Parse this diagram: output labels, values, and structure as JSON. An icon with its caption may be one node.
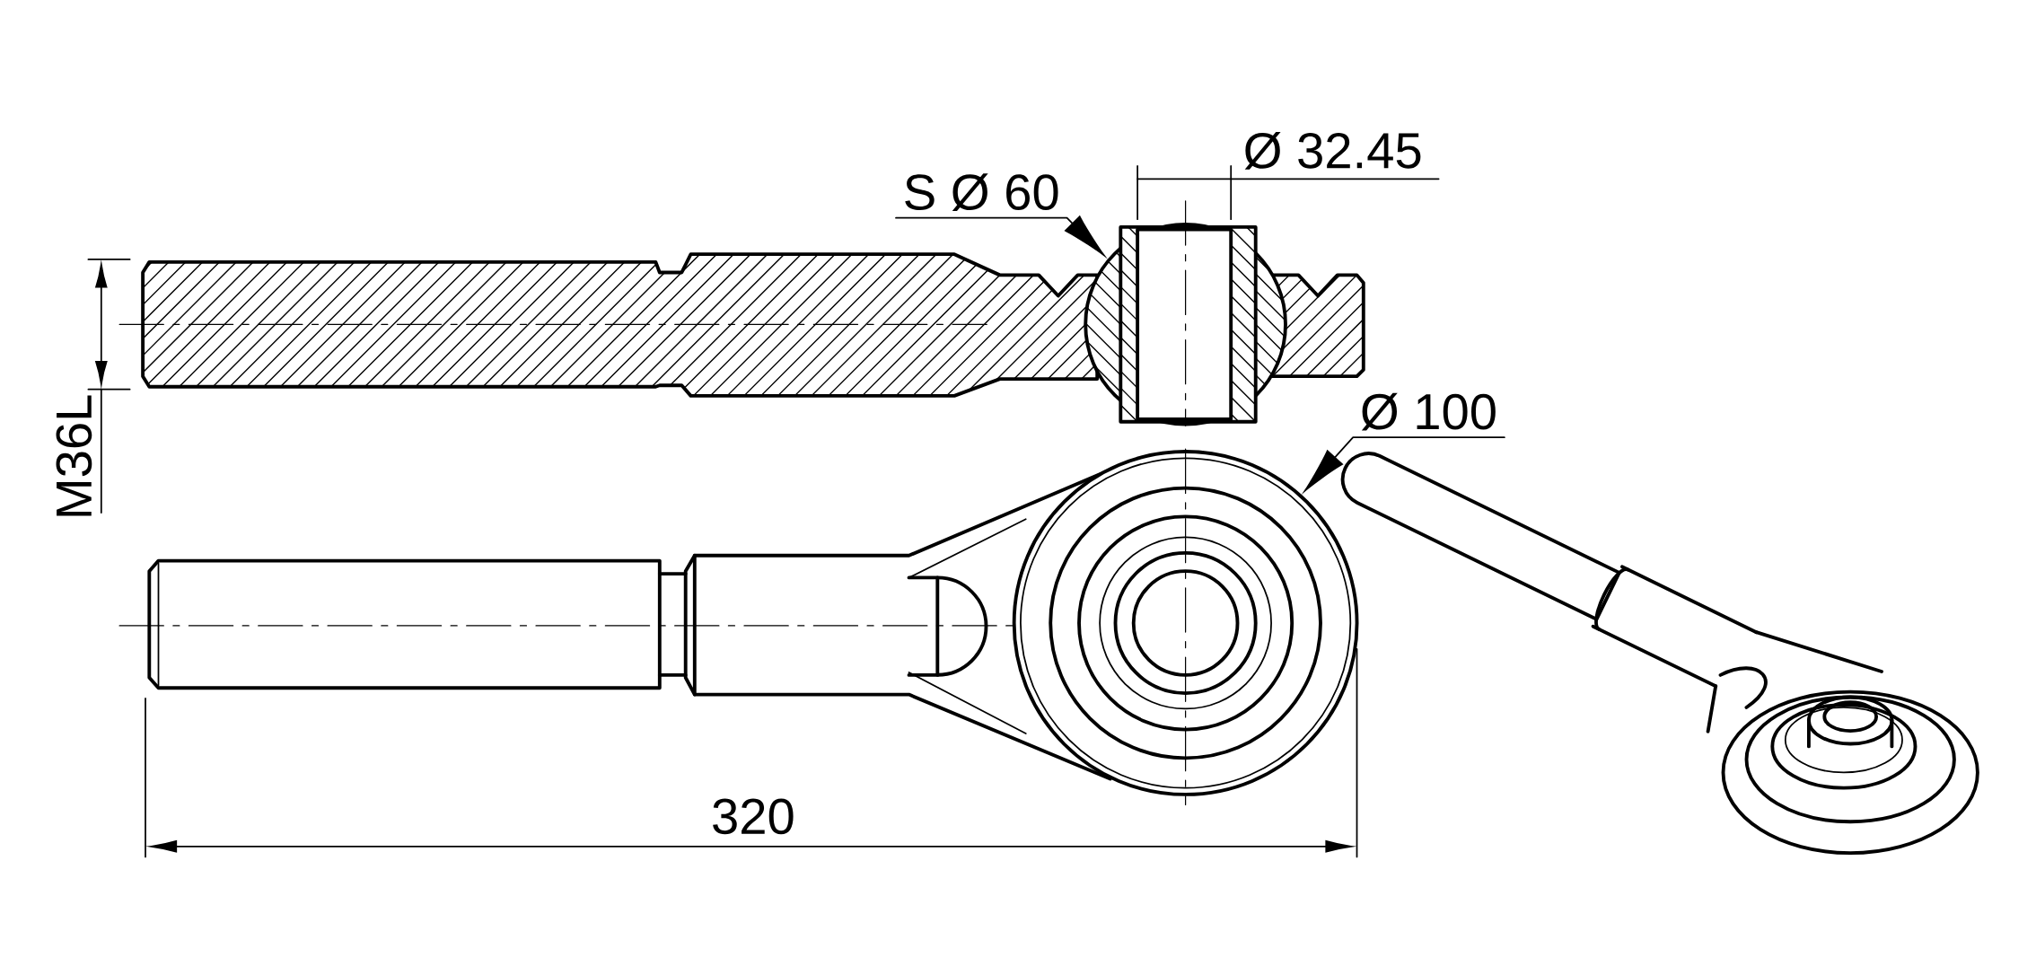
{
  "diagram": {
    "nodes": [
      {
        "text": [
          "S Ø 60"
        ]
      },
      {
        "text": [
          "Ø 100"
        ]
      },
      {
        "text": [],
        "shape": "circle"
      },
      {
        "text": [],
        "shape": "circle"
      }
    ],
    "edges": [
      {
        "from": 0,
        "to": 2,
        "arrow": "to"
      },
      {
        "from": 1,
        "to": 3,
        "arrow": "to"
      }
    ],
    "labels": [
      "Ø 32.45",
      "M36L",
      "320"
    ]
  }
}
